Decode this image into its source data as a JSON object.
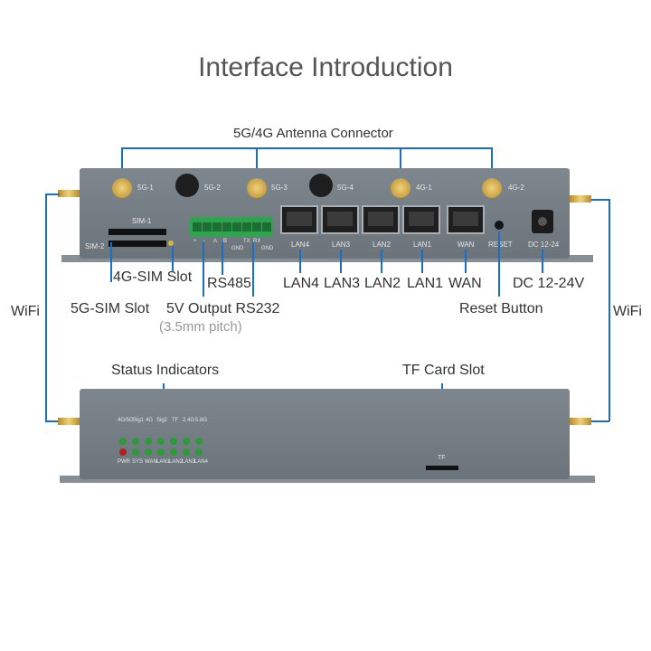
{
  "title": "Interface Introduction",
  "antenna_header": "5G/4G Antenna Connector",
  "antennas": [
    "5G-1",
    "5G-2",
    "5G-3",
    "5G-4",
    "4G-1",
    "4G-2"
  ],
  "sim_slots": [
    "SIM-1",
    "SIM-2"
  ],
  "terminal_pins": [
    "+",
    "-",
    "A",
    "B",
    "GND",
    "TX",
    "RX",
    "GND"
  ],
  "ports_front": [
    "LAN4",
    "LAN3",
    "LAN2",
    "LAN1",
    "WAN",
    "RESET",
    "DC 12-24"
  ],
  "callouts": {
    "sim4g": "4G-SIM Slot",
    "sim5g": "5G-SIM Slot",
    "rs485": "RS485",
    "output": "5V Output RS232",
    "pitch": "(3.5mm pitch)",
    "lan4": "LAN4",
    "lan3": "LAN3",
    "lan2": "LAN2",
    "lan1": "LAN1",
    "wan": "WAN",
    "dc": "DC 12-24V",
    "reset": "Reset Button",
    "wifi_left": "WiFi",
    "wifi_right": "WiFi",
    "status": "Status Indicators",
    "tf": "TF Card Slot"
  },
  "indicator_top": [
    "4G/5G",
    "Sig1",
    "4G",
    "Sig2",
    "TF",
    "2.4G",
    "5.8G"
  ],
  "indicator_bottom": [
    "PWR",
    "SYS",
    "WAN",
    "LAN1",
    "LAN2",
    "LAN3",
    "LAN4"
  ],
  "tf_label": "TF",
  "colors": {
    "callout_line": "#1b6fc2",
    "chassis": "#737d83",
    "led_green": "#2e9a3a",
    "led_red": "#b02020"
  }
}
